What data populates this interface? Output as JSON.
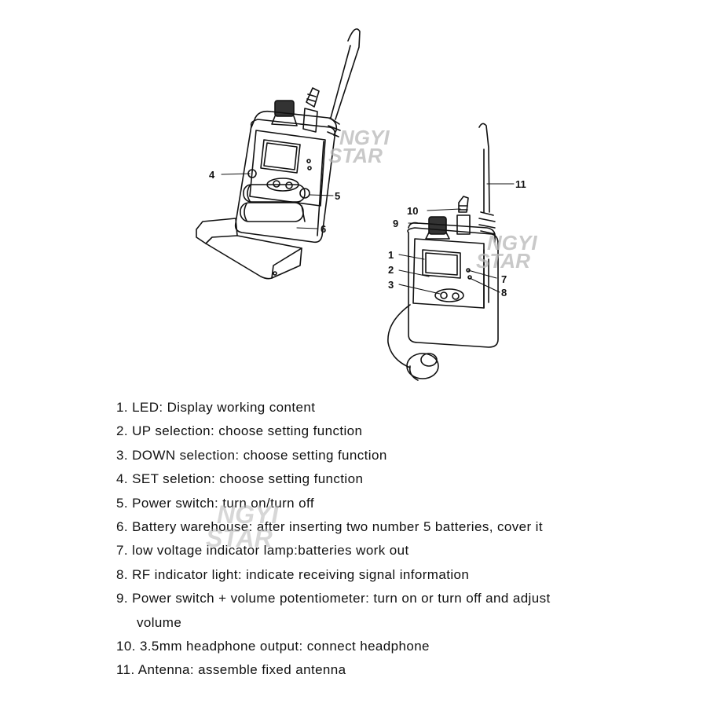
{
  "callouts": {
    "c1": "1",
    "c2": "2",
    "c3": "3",
    "c4": "4",
    "c5": "5",
    "c6": "6",
    "c7": "7",
    "c8": "8",
    "c9": "9",
    "c10": "10",
    "c11": "11"
  },
  "watermark": {
    "line1": "NGYI",
    "line2": "STAR"
  },
  "legend": [
    "1. LED:  Display working content",
    "2. UP selection: choose setting function",
    "3. DOWN selection: choose setting function",
    "4. SET seletion: choose setting function",
    "5. Power switch: turn on/turn off",
    "6. Battery warehouse: after inserting two number 5 batteries, cover it",
    "7. low voltage indicator lamp:batteries work out",
    "8. RF indicator light: indicate receiving signal information",
    "9. Power switch + volume potentiometer: turn on or turn off and adjust",
    "volume",
    "10. 3.5mm headphone output: connect headphone",
    "11. Antenna: assemble fixed antenna"
  ]
}
